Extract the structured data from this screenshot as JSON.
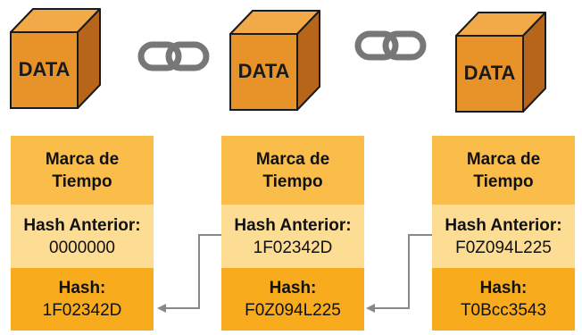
{
  "colors": {
    "cube_front": "#e8922a",
    "cube_top": "#f2a948",
    "cube_side": "#b8651c",
    "cube_edge": "#1a1a1a",
    "chain": "#777777",
    "section_timestamp": "#fbbd4a",
    "section_previous_hash": "#fddc93",
    "section_hash": "#f8ac1d",
    "arrow": "#888888"
  },
  "blocks": [
    {
      "cube_label": "DATA",
      "timestamp_label": "Marca de Tiempo",
      "previous_hash_label": "Hash Anterior:",
      "previous_hash_value": "0000000",
      "hash_label": "Hash:",
      "hash_value": "1F02342D"
    },
    {
      "cube_label": "DATA",
      "timestamp_label": "Marca de Tiempo",
      "previous_hash_label": "Hash Anterior:",
      "previous_hash_value": "1F02342D",
      "hash_label": "Hash:",
      "hash_value": "F0Z094L225"
    },
    {
      "cube_label": "DATA",
      "timestamp_label": "Marca de Tiempo",
      "previous_hash_label": "Hash Anterior:",
      "previous_hash_value": "F0Z094L225",
      "hash_label": "Hash:",
      "hash_value": "T0Bcc3543"
    }
  ],
  "chain_icons": [
    "chain-link-icon",
    "chain-link-icon"
  ],
  "links": [
    {
      "from_block": 2,
      "from_field": "previous_hash_value",
      "to_block": 1,
      "to_field": "hash_value"
    },
    {
      "from_block": 3,
      "from_field": "previous_hash_value",
      "to_block": 2,
      "to_field": "hash_value"
    }
  ]
}
